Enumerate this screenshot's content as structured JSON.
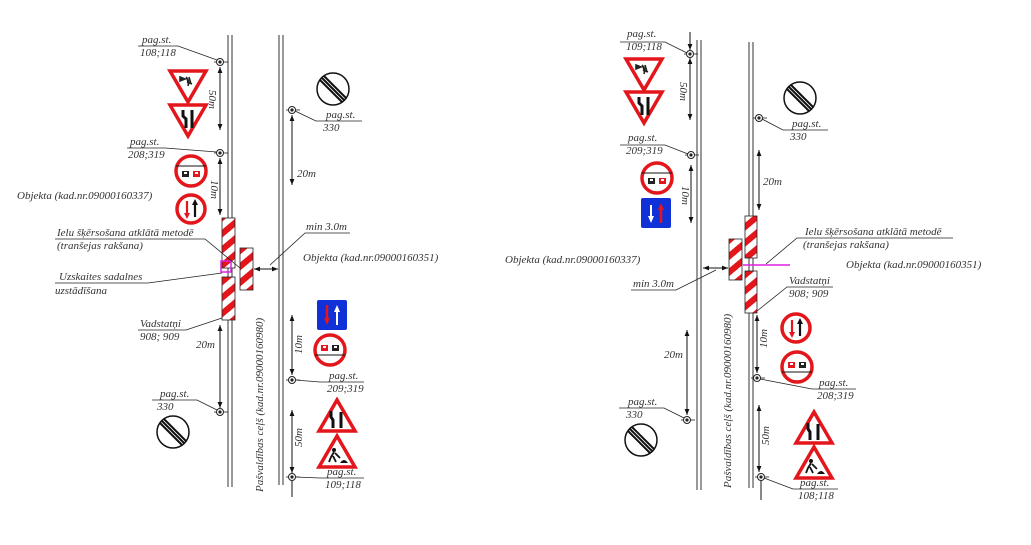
{
  "colors": {
    "sign_red": "#e3161b",
    "sign_blue": "#1030d8",
    "marker_magenta": "#e020e0",
    "line": "#333333"
  },
  "left_scheme": {
    "poles": [
      {
        "label": "pag.st.",
        "number": "108;118"
      },
      {
        "label": "pag.st.",
        "number": "208;319"
      },
      {
        "label": "pag.st.",
        "number": "330"
      },
      {
        "label": "pag.st.",
        "number": "330"
      },
      {
        "label": "pag.st.",
        "number": "209;319"
      },
      {
        "label": "pag.st.",
        "number": "109;118"
      }
    ],
    "dimensions": [
      "50m",
      "10m",
      "20m",
      "20m",
      "10m",
      "50m"
    ],
    "object_left": "Objekta (kad.nr.09000160337)",
    "object_right": "Objekta (kad.nr.09000160351)",
    "crossing_line1": "Ielu šķērsošana atklātā metodē",
    "crossing_line2": "(tranšejas rakšana)",
    "meter_line1": "Uzskaites sadalnes",
    "meter_line2": "uzstādīšana",
    "barriers_label": "Vadstatņi",
    "barriers_number": "908; 909",
    "min_distance": "min 3.0m",
    "road_label": "Pašvaldības ceļš (kad.nr.09000160980)"
  },
  "right_scheme": {
    "poles": [
      {
        "label": "pag.st.",
        "number": "109;118"
      },
      {
        "label": "pag.st.",
        "number": "209;319"
      },
      {
        "label": "pag.st.",
        "number": "330"
      },
      {
        "label": "pag.st.",
        "number": "330"
      },
      {
        "label": "pag.st.",
        "number": "208;319"
      },
      {
        "label": "pag.st.",
        "number": "108;118"
      }
    ],
    "dimensions": [
      "50m",
      "10m",
      "20m",
      "20m",
      "10m",
      "50m"
    ],
    "object_left": "Objekta (kad.nr.09000160337)",
    "object_right": "Objekta (kad.nr.09000160351)",
    "crossing_line1": "Ielu šķērsošana atklātā metodē",
    "crossing_line2": "(tranšejas rakšana)",
    "barriers_label": "Vadstatņi",
    "barriers_number": "908; 909",
    "min_distance": "min 3.0m",
    "road_label": "Pašvaldības ceļš (kad.nr.09000160980)"
  }
}
